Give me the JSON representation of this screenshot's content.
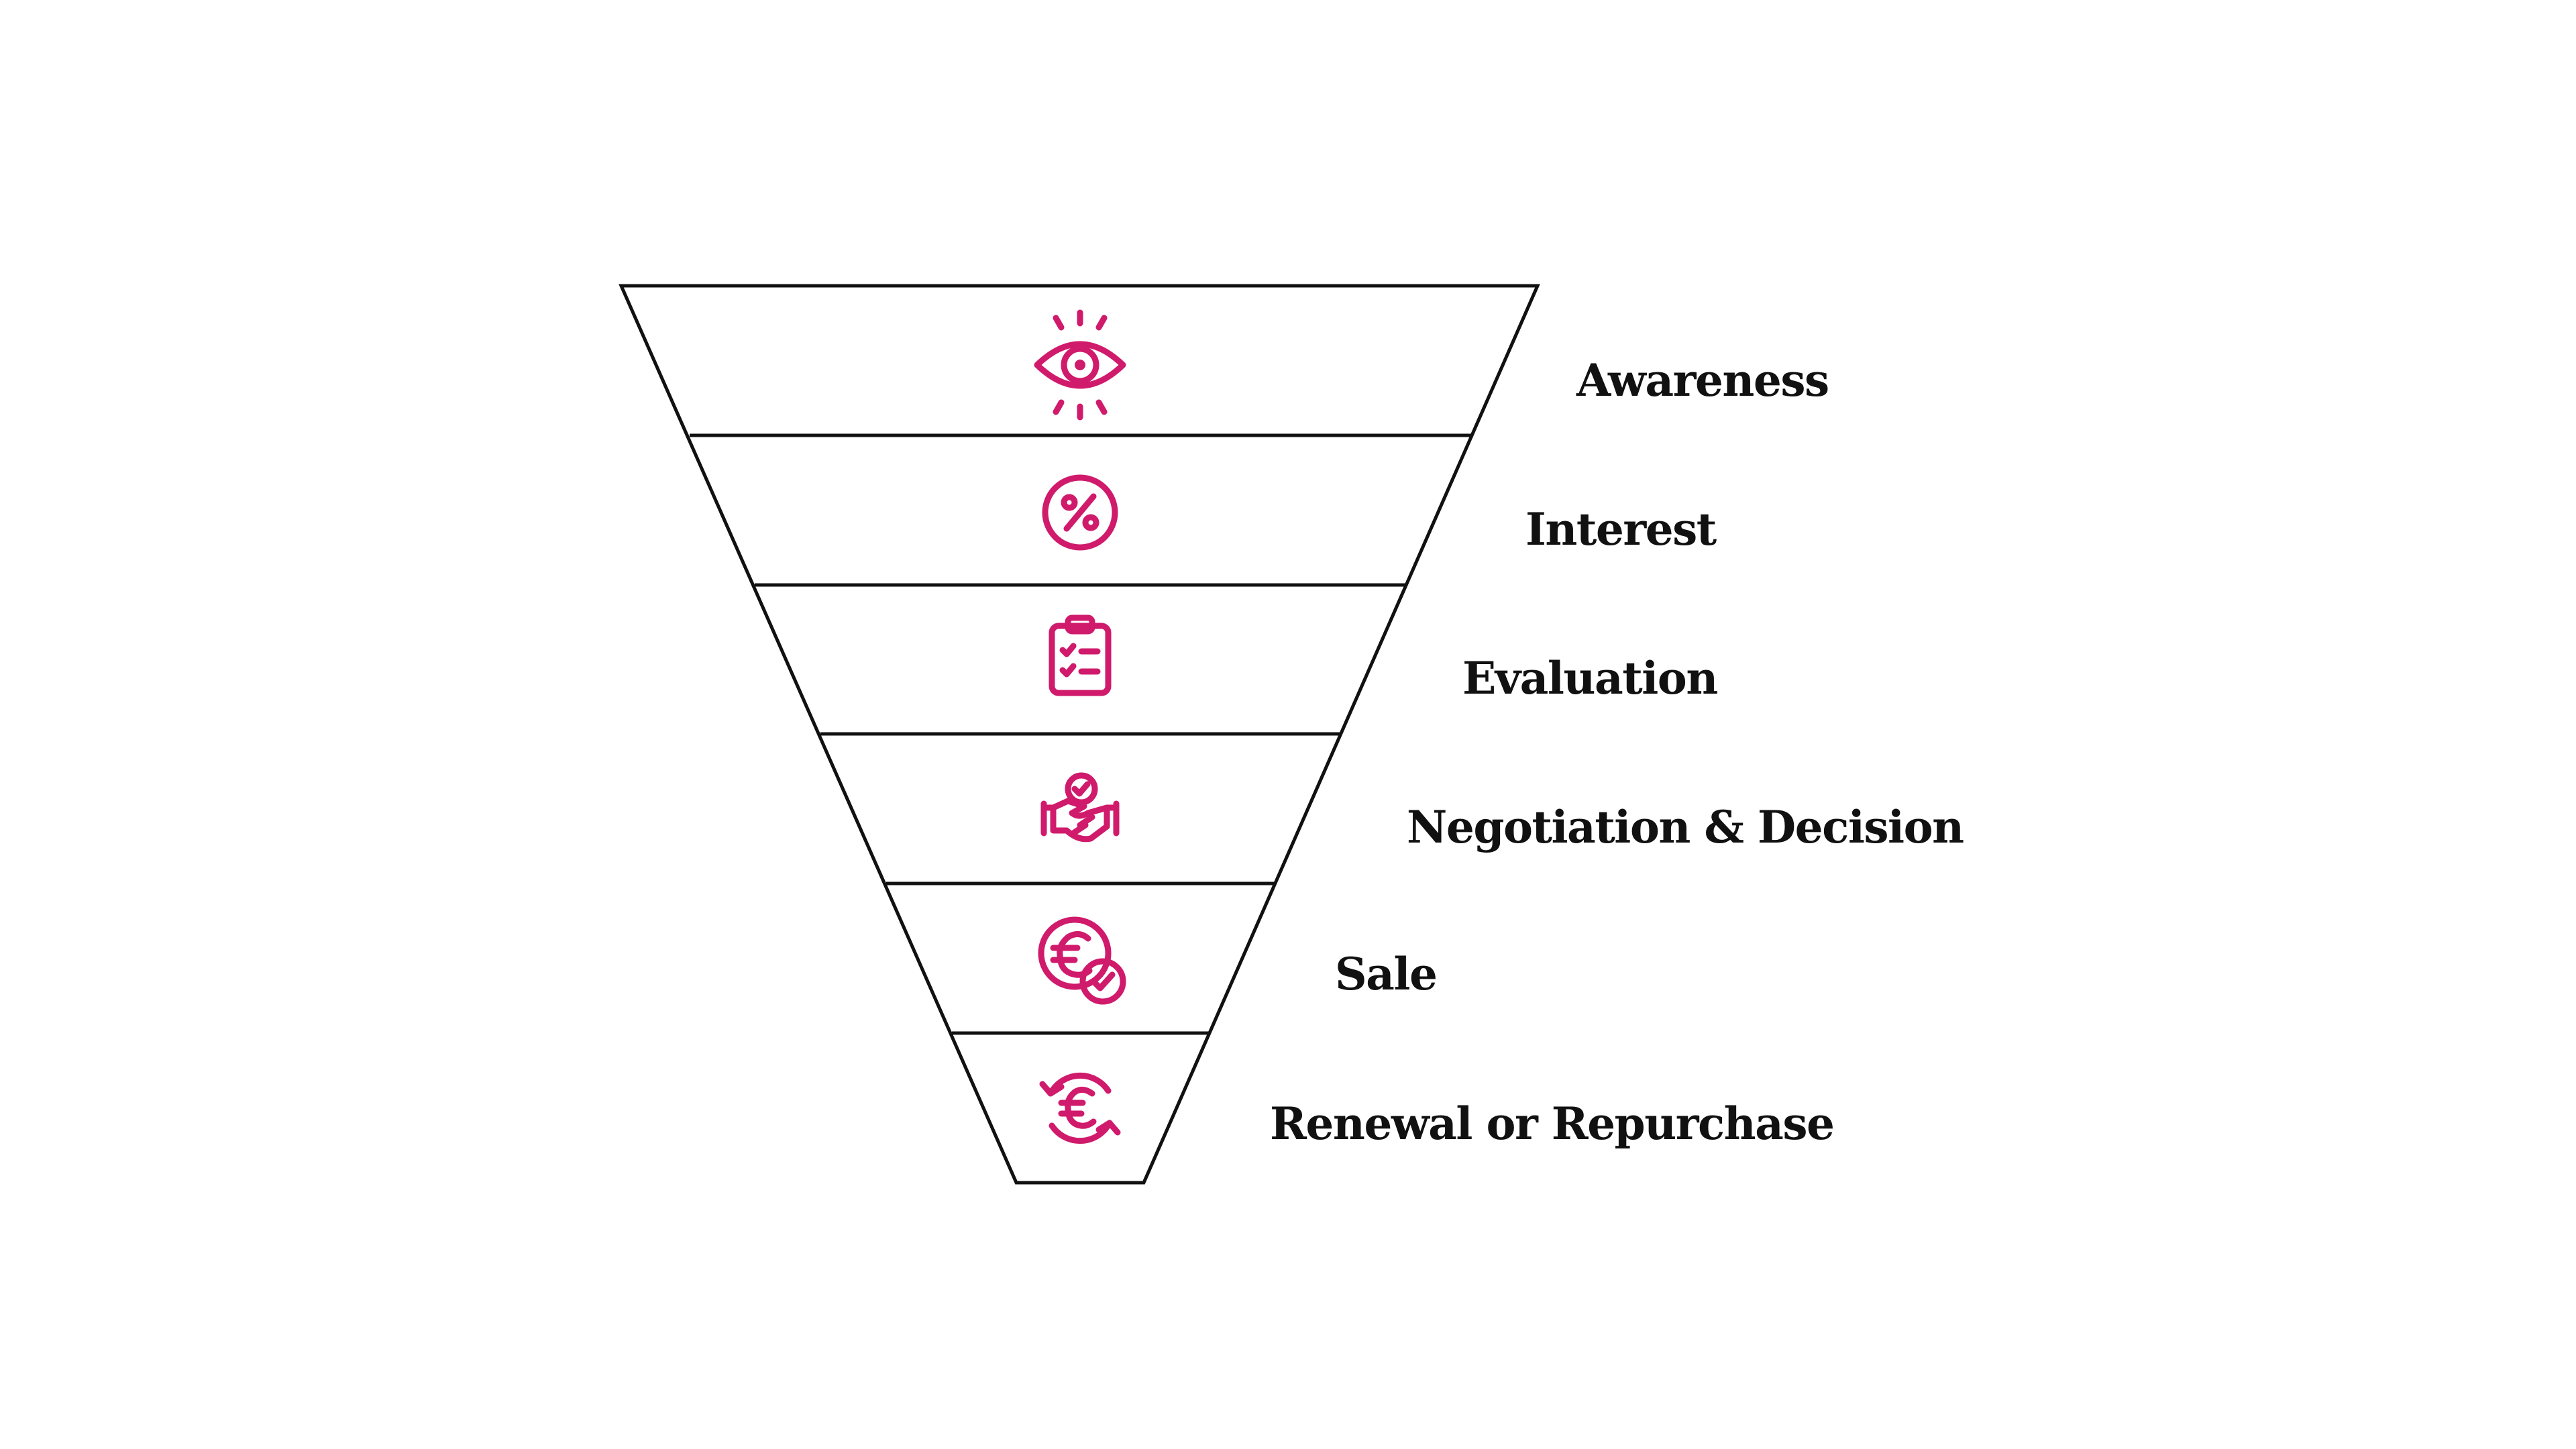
{
  "colors": {
    "background": "#ffffff",
    "line": "#111111",
    "icon": "#d01a6b",
    "text": "#111111"
  },
  "stages": [
    {
      "label": "Awareness",
      "icon": "eye-icon"
    },
    {
      "label": "Interest",
      "icon": "percent-icon"
    },
    {
      "label": "Evaluation",
      "icon": "clipboard-checklist-icon"
    },
    {
      "label": "Negotiation & Decision",
      "icon": "handshake-icon"
    },
    {
      "label": "Sale",
      "icon": "euro-check-icon"
    },
    {
      "label": "Renewal or Repurchase",
      "icon": "euro-renew-icon"
    }
  ]
}
